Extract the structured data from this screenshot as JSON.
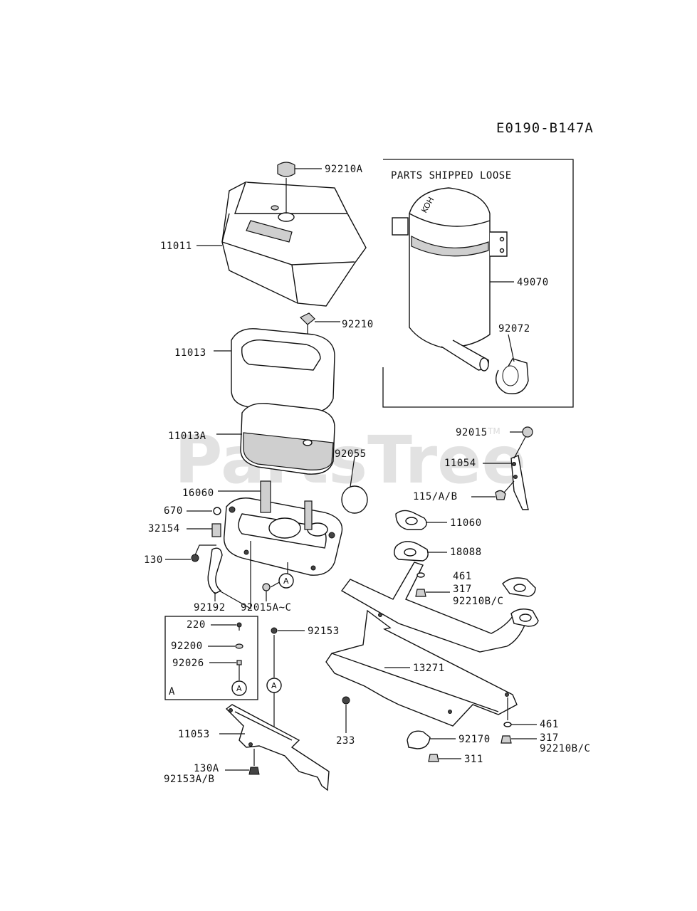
{
  "diagram_code": "E0190-B147A",
  "watermark": "PartsTree",
  "watermark_tm": "TM",
  "loose_box_title": "PARTS SHIPPED LOOSE",
  "ref_letter": "A",
  "inset_letter": "A",
  "labels": {
    "p92210A": "92210A",
    "p11011": "11011",
    "p92210": "92210",
    "p11013": "11013",
    "p11013A": "11013A",
    "p92055": "92055",
    "p16060": "16060",
    "p670": "670",
    "p32154": "32154",
    "p130": "130",
    "p92192": "92192",
    "p92015AC": "92015A~C",
    "p220": "220",
    "p92200": "92200",
    "p92026": "92026",
    "p92153": "92153",
    "p11053": "11053",
    "p130A": "130A",
    "p92153AB": "92153A/B",
    "p49070": "49070",
    "p92072": "92072",
    "p92015": "92015",
    "p11054": "11054",
    "p115AB": "115/A/B",
    "p11060": "11060",
    "p18088": "18088",
    "p461a": "461",
    "p317a": "317",
    "p92210BCa": "92210B/C",
    "p13271": "13271",
    "p233": "233",
    "p92170": "92170",
    "p311": "311",
    "p461b": "461",
    "p317b": "317",
    "p92210BCb": "92210B/C"
  }
}
